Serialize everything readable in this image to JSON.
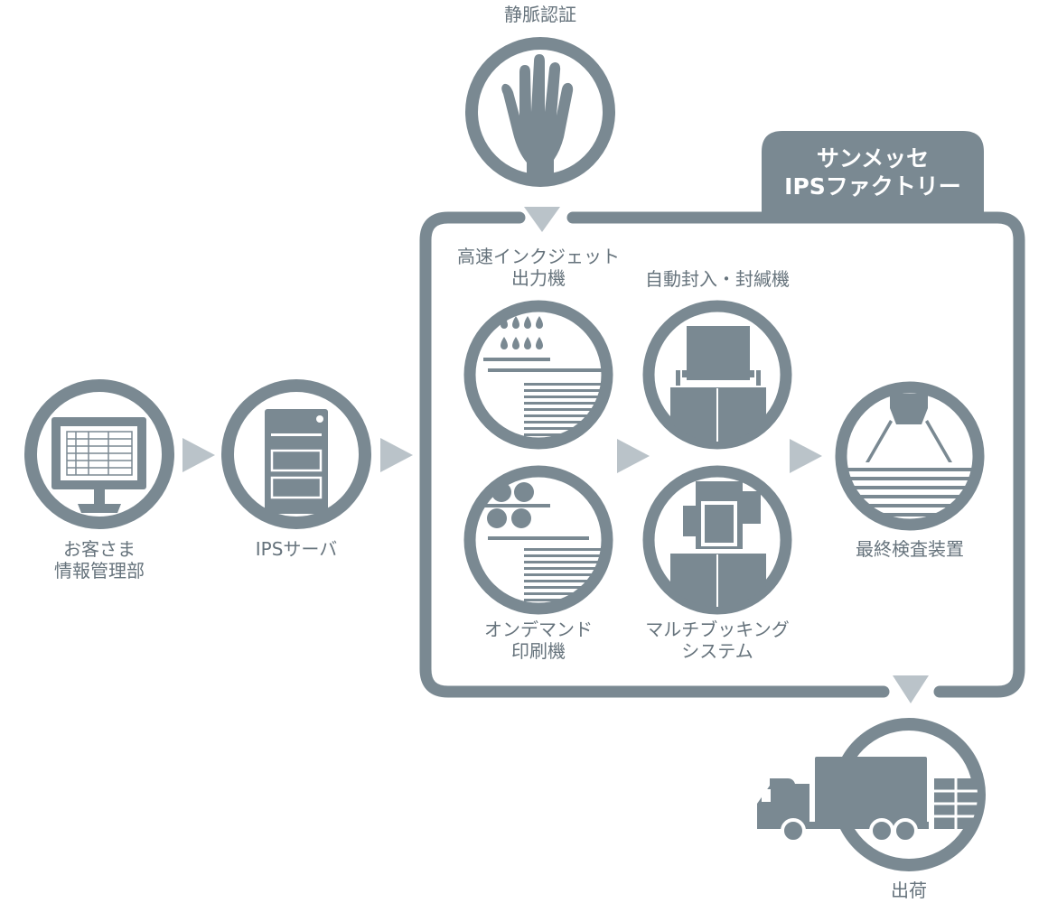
{
  "colors": {
    "main": "#7a8992",
    "arrow": "#bac3c9",
    "text": "#66737c",
    "background": "#ffffff"
  },
  "factory": {
    "title": "サンメッセ\nIPSファクトリー"
  },
  "nodes": {
    "vein_auth": {
      "label": "静脈認証",
      "icon": "hand-icon"
    },
    "customer": {
      "label": "お客さま\n情報管理部",
      "icon": "monitor-icon"
    },
    "ips_server": {
      "label": "IPSサーバ",
      "icon": "server-icon"
    },
    "inkjet": {
      "label": "高速インクジェット\n出力機",
      "icon": "inkjet-printer-icon"
    },
    "enclosing": {
      "label": "自動封入・封緘機",
      "icon": "envelope-sealer-icon"
    },
    "ondemand": {
      "label": "オンデマンド\n印刷機",
      "icon": "ondemand-press-icon"
    },
    "multibooking": {
      "label": "マルチブッキング\nシステム",
      "icon": "multibooking-icon"
    },
    "inspection": {
      "label": "最終検査装置",
      "icon": "inspection-scanner-icon"
    },
    "shipping": {
      "label": "出荷",
      "icon": "truck-icon"
    }
  }
}
